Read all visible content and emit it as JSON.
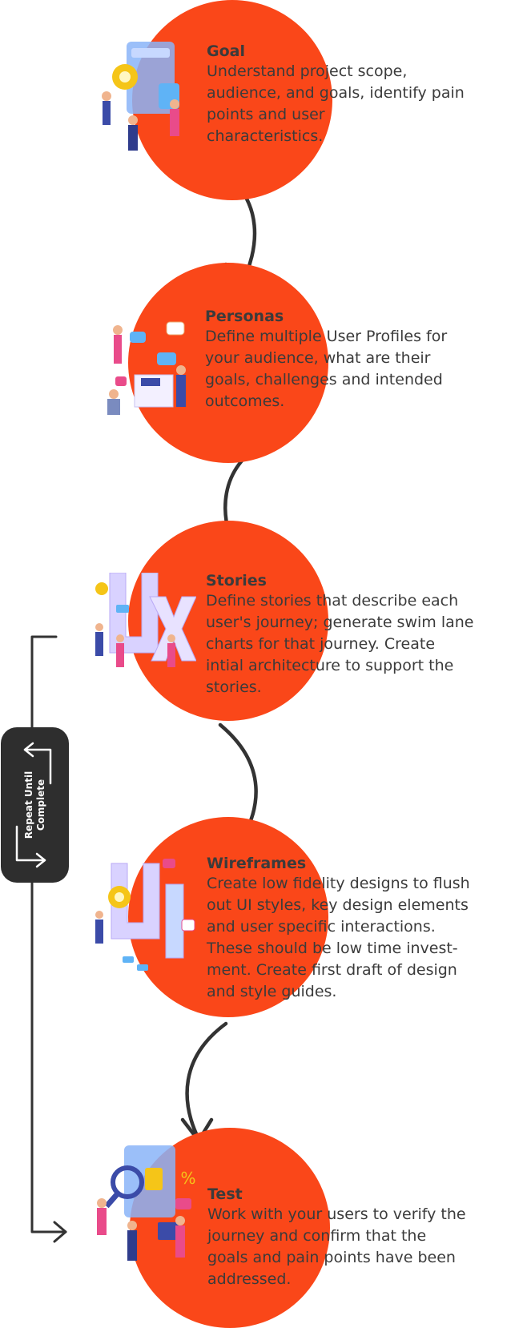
{
  "colors": {
    "circle": "#fa4719",
    "text": "#3b3b3b",
    "arrow": "#333333",
    "repeat_box": "#2e2e2e"
  },
  "steps": [
    {
      "title": "Goal",
      "desc": "Understand project scope,\naudience, and goals, identify pain\npoints and user\ncharacteristics.",
      "illustration": "team-gear-dashboard-illustration"
    },
    {
      "title": "Personas",
      "desc": "Define multiple User Profiles for\nyour audience, what are their\ngoals, challenges and intended\noutcomes.",
      "illustration": "chat-bubbles-people-illustration"
    },
    {
      "title": "Stories",
      "desc": "Define stories that describe each\nuser's journey; generate swim lane\ncharts for that journey. Create\nintial architecture to support the\nstories.",
      "illustration": "ux-letters-illustration"
    },
    {
      "title": "Wireframes",
      "desc": "Create low fidelity designs to flush\nout UI styles, key design elements\nand user specific interactions.\nThese should be low time invest-\nment. Create first draft of design\nand style guides.",
      "illustration": "ui-letters-illustration"
    },
    {
      "title": "Test",
      "desc": "Work with your users to verify the\njourney and confirm that the\ngoals and pain points have been\naddressed.",
      "illustration": "magnifier-analytics-illustration"
    }
  ],
  "repeat": {
    "label": "Repeat Until\nComplete",
    "icon": "loop-arrows-icon"
  }
}
